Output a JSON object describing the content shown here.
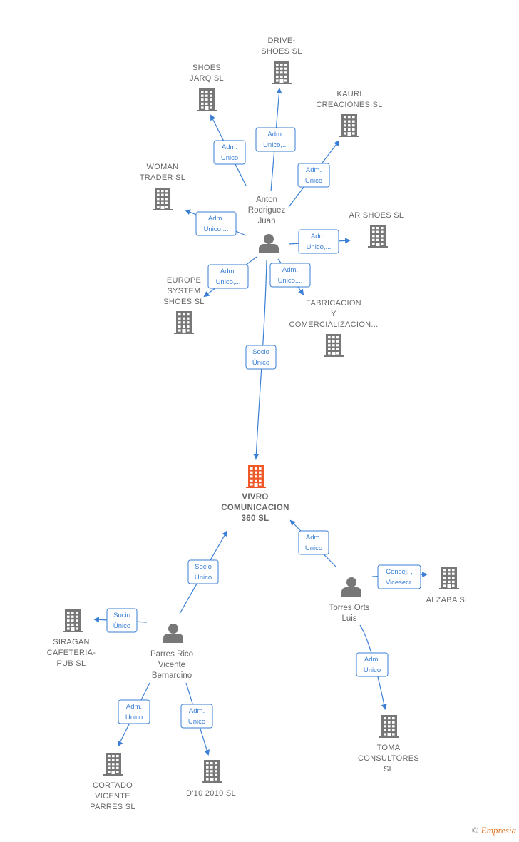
{
  "colors": {
    "edge": "#3a7fd5",
    "company": "#777777",
    "main_company": "#f05a28",
    "person": "#777777",
    "label": "#666666"
  },
  "nodes": [
    {
      "id": "drive",
      "type": "company",
      "lines": [
        "DRIVE-",
        "SHOES  SL"
      ]
    },
    {
      "id": "jarq",
      "type": "company",
      "lines": [
        "SHOES",
        "JARQ SL"
      ]
    },
    {
      "id": "kauri",
      "type": "company",
      "lines": [
        "KAURI",
        "CREACIONES SL"
      ]
    },
    {
      "id": "woman",
      "type": "company",
      "lines": [
        "WOMAN",
        "TRADER  SL"
      ]
    },
    {
      "id": "arshoes",
      "type": "company",
      "lines": [
        "AR SHOES SL"
      ]
    },
    {
      "id": "europe",
      "type": "company",
      "lines": [
        "EUROPE",
        "SYSTEM",
        "SHOES  SL"
      ]
    },
    {
      "id": "fabricacion",
      "type": "company",
      "lines": [
        "FABRICACION",
        "Y",
        "COMERCIALIZACION..."
      ]
    },
    {
      "id": "anton",
      "type": "person",
      "lines": [
        "Anton",
        "Rodriguez",
        "Juan"
      ]
    },
    {
      "id": "vivro",
      "type": "main",
      "lines": [
        "VIVRO",
        "COMUNICACION",
        "360  SL"
      ]
    },
    {
      "id": "torres",
      "type": "person",
      "lines": [
        "Torres Orts",
        "Luis"
      ]
    },
    {
      "id": "alzaba",
      "type": "company",
      "lines": [
        "ALZABA SL"
      ]
    },
    {
      "id": "toma",
      "type": "company",
      "lines": [
        "TOMA",
        "CONSULTORES",
        "SL"
      ]
    },
    {
      "id": "parres",
      "type": "person",
      "lines": [
        "Parres Rico",
        "Vicente",
        "Bernardino"
      ]
    },
    {
      "id": "siragan",
      "type": "company",
      "lines": [
        "SIRAGAN",
        "CAFETERIA-",
        "PUB SL"
      ]
    },
    {
      "id": "cortado",
      "type": "company",
      "lines": [
        "CORTADO",
        "VICENTE",
        "PARRES  SL"
      ]
    },
    {
      "id": "d10",
      "type": "company",
      "lines": [
        "D'10 2010 SL"
      ]
    }
  ],
  "edges": [
    {
      "id": "e-drive",
      "from": "anton",
      "to": "drive",
      "label": [
        "Adm.",
        "Unico,..."
      ]
    },
    {
      "id": "e-jarq",
      "from": "anton",
      "to": "jarq",
      "label": [
        "Adm.",
        "Unico"
      ]
    },
    {
      "id": "e-kauri",
      "from": "anton",
      "to": "kauri",
      "label": [
        "Adm.",
        "Unico"
      ]
    },
    {
      "id": "e-woman",
      "from": "anton",
      "to": "woman",
      "label": [
        "Adm.",
        "Unico,..."
      ]
    },
    {
      "id": "e-arshoes",
      "from": "anton",
      "to": "arshoes",
      "label": [
        "Adm.",
        "Unico,..."
      ]
    },
    {
      "id": "e-europe",
      "from": "anton",
      "to": "europe",
      "label": [
        "Adm.",
        "Unico,..."
      ]
    },
    {
      "id": "e-fabricacion",
      "from": "anton",
      "to": "fabricacion",
      "label": [
        "Adm.",
        "Unico,..."
      ]
    },
    {
      "id": "e-anton-vivro",
      "from": "anton",
      "to": "vivro",
      "label": [
        "Socio",
        "Único"
      ]
    },
    {
      "id": "e-torres-vivro",
      "from": "torres",
      "to": "vivro",
      "label": [
        "Adm.",
        "Unico"
      ]
    },
    {
      "id": "e-alzaba",
      "from": "torres",
      "to": "alzaba",
      "label": [
        "Consej. ,",
        "Vicesecr."
      ]
    },
    {
      "id": "e-toma",
      "from": "torres",
      "to": "toma",
      "label": [
        "Adm.",
        "Unico"
      ]
    },
    {
      "id": "e-parres-vivro",
      "from": "parres",
      "to": "vivro",
      "label": [
        "Socio",
        "Único"
      ]
    },
    {
      "id": "e-siragan",
      "from": "parres",
      "to": "siragan",
      "label": [
        "Socio",
        "Único"
      ]
    },
    {
      "id": "e-cortado",
      "from": "parres",
      "to": "cortado",
      "label": [
        "Adm.",
        "Unico"
      ]
    },
    {
      "id": "e-d10",
      "from": "parres",
      "to": "d10",
      "label": [
        "Adm.",
        "Unico"
      ]
    }
  ],
  "footer": {
    "copyright": "©",
    "brand": "Empresia"
  }
}
